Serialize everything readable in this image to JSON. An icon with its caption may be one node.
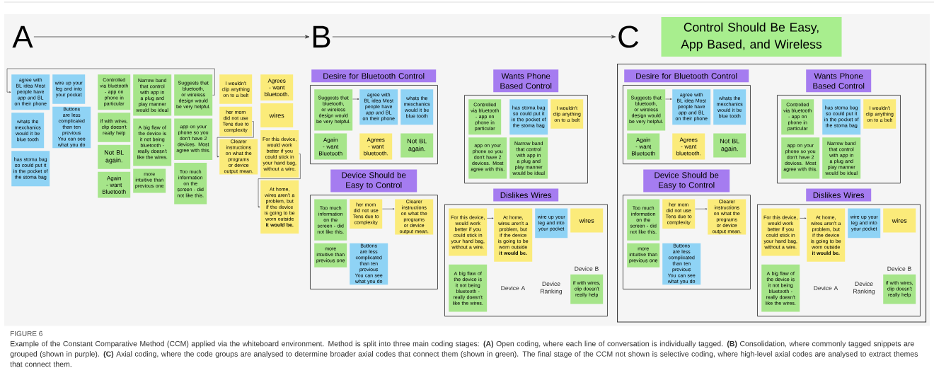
{
  "diagram": {
    "caption": "Example of the Constant Comparative Method (CCM) applied via the whiteboard environment. Method is split into three main coding stages: **(A)** Open coding, where each line of conversation is individually tagged. **(B)** Consolidation, where commonly tagged snippets are grouped (shown in purple). **(C)** Axial coding, where the code groups are analysed to determine broader axial codes that connect them (shown in green). The final stage of the CCM not shown is selective coding, where high-level axial codes are analysed to extract themes that connect them.",
    "nodes": [
      {
        "text": [
          "A"
        ]
      },
      {
        "text": [
          "B"
        ]
      },
      {
        "text": [
          "C"
        ]
      },
      {
        "text": [
          "Control Should Be Easy, App Based, and Wireless"
        ]
      },
      {
        "text": [
          "agree with BL idea Most people have app and BL on their phone"
        ]
      },
      {
        "text": [
          "wire up your leg and into your pocket"
        ]
      },
      {
        "text": [
          "Controlled via bluetooth - app on phone in particular"
        ]
      },
      {
        "text": [
          "Narrow band that control with app in a plug and play manner would be ideal"
        ]
      },
      {
        "text": [
          "Suggests that bluetooth, or wireless design would be very helpful."
        ]
      },
      {
        "text": [
          "I wouldn't clip anything on to a belt"
        ]
      },
      {
        "text": [
          "Agrees - want bluetooth."
        ]
      },
      {
        "text": [
          "whats the mexchanics would it be blue tooth"
        ]
      },
      {
        "text": [
          "Buttons are less complicated than ten previous You can see what you do"
        ]
      },
      {
        "text": [
          "if with wires, clip doesn't really help"
        ]
      },
      {
        "text": [
          "A big flaw of the device is it not being bluetooth - really doesn't like the wires."
        ]
      },
      {
        "text": [
          "app on your phone so you don't have 2 devices. Most agree with this."
        ]
      },
      {
        "text": [
          "her mom did not use Tens due to complexity"
        ]
      },
      {
        "text": [
          "wires"
        ]
      },
      {
        "text": [
          "has stoma bag so could put it in the pocket of the stoma bag"
        ]
      },
      {
        "text": [
          "Not BL again."
        ]
      },
      {
        "text": [
          "more intuitive than previous one"
        ]
      },
      {
        "text": [
          "Too much information on the screen - did not like this."
        ]
      },
      {
        "text": [
          "Clearer instructions on what the programs or device output mean."
        ]
      },
      {
        "text": [
          "For this device, would work better if you could stick in your hand bag, without a wire."
        ]
      },
      {
        "text": [
          "Again - want Bluetooth"
        ]
      },
      {
        "text": [
          "At home, wires aren't a problem, but if the device is going to be worn outside **it would be.**"
        ]
      },
      {
        "text": [
          "Desire for Bluetooth Control"
        ]
      },
      {
        "text": [],
        "shape": "box"
      },
      {
        "text": [
          "Suggests that bluetooth, or wireless design would be very helpful."
        ],
        "in": 27
      },
      {
        "text": [
          "agree with BL idea Most people have app and BL on their phone"
        ],
        "in": 27
      },
      {
        "text": [
          "whats the mexchanics would it be blue tooth"
        ],
        "in": 27
      },
      {
        "text": [
          "Again - want Bluetooth"
        ],
        "in": 27
      },
      {
        "text": [
          "Agrees - want bluetooth."
        ],
        "in": 27
      },
      {
        "text": [
          "Not BL again."
        ],
        "in": 27
      },
      {
        "text": [
          "Wants Phone Based Control"
        ]
      },
      {
        "text": [],
        "shape": "box"
      },
      {
        "text": [
          "Controlled via bluetooth - app on phone in particular"
        ],
        "in": 35
      },
      {
        "text": [
          "has stoma bag so could put it in the pocket of the stoma bag"
        ],
        "in": 35
      },
      {
        "text": [
          "I wouldn't clip anything on to a belt"
        ],
        "in": 35
      },
      {
        "text": [
          "app on your phone so you don't have 2 devices. Most agree with this."
        ],
        "in": 35
      },
      {
        "text": [
          "Narrow band that control with app in a plug and play manner would be ideal"
        ],
        "in": 35
      },
      {
        "text": [
          "Device Should be Easy to Control"
        ]
      },
      {
        "text": [],
        "shape": "box"
      },
      {
        "text": [
          "Too much information on the screen - did not like this."
        ],
        "in": 42
      },
      {
        "text": [
          "her mom did not use Tens due to complexity"
        ],
        "in": 42
      },
      {
        "text": [
          "Clearer instructions on what the programs or device output mean."
        ],
        "in": 42
      },
      {
        "text": [
          "more intuitive than previous one"
        ],
        "in": 42
      },
      {
        "text": [
          "Buttons are less complicated than ten previous You can see what you do"
        ],
        "in": 42
      },
      {
        "text": [
          "Dislikes Wires"
        ]
      },
      {
        "text": [],
        "shape": "box"
      },
      {
        "text": [
          "For this device, would work better if you could stick in your hand bag, without a wire."
        ],
        "in": 49
      },
      {
        "text": [
          "At home, wires aren't a problem, but if the device is going to be worn outside **it would be.**"
        ],
        "in": 49
      },
      {
        "text": [
          "wire up your leg and into your pocket"
        ],
        "in": 49
      },
      {
        "text": [
          "wires"
        ],
        "in": 49
      },
      {
        "text": [
          "A big flaw of the device is it not being bluetooth - really doesn't like the wires."
        ],
        "in": 49
      },
      {
        "text": [
          "if with wires, clip doesn't really help"
        ],
        "in": 49
      },
      {
        "text": [],
        "shape": "box"
      },
      {
        "text": [
          "Desire for Bluetooth Control"
        ],
        "in": 56
      },
      {
        "text": [],
        "shape": "box",
        "in": 56
      },
      {
        "text": [
          "Suggests that bluetooth, or wireless design would be very helpful."
        ],
        "in": 58
      },
      {
        "text": [
          "agree with BL idea Most people have app and BL on their phone"
        ],
        "in": 58
      },
      {
        "text": [
          "whats the mexchanics would it be blue tooth"
        ],
        "in": 58
      },
      {
        "text": [
          "Again - want Bluetooth"
        ],
        "in": 58
      },
      {
        "text": [
          "Agrees - want bluetooth."
        ],
        "in": 58
      },
      {
        "text": [
          "Not BL again."
        ],
        "in": 58
      },
      {
        "text": [
          "Wants Phone Based Control"
        ],
        "in": 56
      },
      {
        "text": [],
        "shape": "box",
        "in": 56
      },
      {
        "text": [
          "Controlled via bluetooth - app on phone in particular"
        ],
        "in": 66
      },
      {
        "text": [
          "has stoma bag so could put it in the pocket of the stoma bag"
        ],
        "in": 66
      },
      {
        "text": [
          "I wouldn't clip anything on to a belt"
        ],
        "in": 66
      },
      {
        "text": [
          "app on your phone so you don't have 2 devices. Most agree with this."
        ],
        "in": 66
      },
      {
        "text": [
          "Narrow band that control with app in a plug and play manner would be ideal"
        ],
        "in": 66
      },
      {
        "text": [
          "Device Should be Easy to Control"
        ],
        "in": 56
      },
      {
        "text": [],
        "shape": "box",
        "in": 56
      },
      {
        "text": [
          "Too much information on the screen - did not like this."
        ],
        "in": 73
      },
      {
        "text": [
          "her mom did not use Tens due to complexity"
        ],
        "in": 73
      },
      {
        "text": [
          "Clearer instructions on what the programs or device output mean."
        ],
        "in": 73
      },
      {
        "text": [
          "more intuitive than previous one"
        ],
        "in": 73
      },
      {
        "text": [
          "Buttons are less complicated than ten previous You can see what you do"
        ],
        "in": 73
      },
      {
        "text": [
          "Dislikes Wires"
        ],
        "in": 56
      },
      {
        "text": [],
        "shape": "box",
        "in": 56
      },
      {
        "text": [
          "For this device, would work better if you could stick in your hand bag, without a wire."
        ],
        "in": 80
      },
      {
        "text": [
          "At home, wires aren't a problem, but if the device is going to be worn outside **it would be.**"
        ],
        "in": 80
      },
      {
        "text": [
          "wire up your leg and into your pocket"
        ],
        "in": 80
      },
      {
        "text": [
          "wires"
        ],
        "in": 80
      },
      {
        "text": [
          "A big flaw of the device is it not being bluetooth - really doesn't like the wires."
        ],
        "in": 80
      },
      {
        "text": [
          "if with wires, clip doesn't really help"
        ],
        "in": 80
      }
    ],
    "edges": [
      {
        "from": 0,
        "to": 1,
        "arrow": "to"
      },
      {
        "from": 1,
        "to": 2,
        "arrow": "to"
      },
      {
        "from": 8,
        "to": 4,
        "arrow": "to"
      },
      {
        "from": 16,
        "to": 22,
        "arrow": "to"
      },
      {
        "from": 23,
        "to": 25,
        "arrow": "to"
      },
      {
        "from": 28,
        "to": 29,
        "arrow": "to"
      },
      {
        "from": 44,
        "to": 45,
        "arrow": "to"
      },
      {
        "from": 50,
        "to": 51,
        "arrow": "to"
      },
      {
        "from": 59,
        "to": 60,
        "arrow": "to"
      },
      {
        "from": 75,
        "to": 76,
        "arrow": "to"
      },
      {
        "from": 81,
        "to": 82,
        "arrow": "to"
      }
    ],
    "labels": [
      "Device A",
      "Device Ranking",
      "Device B",
      "Device A",
      "Device Ranking",
      "Device B",
      "FIGURE 6"
    ]
  }
}
